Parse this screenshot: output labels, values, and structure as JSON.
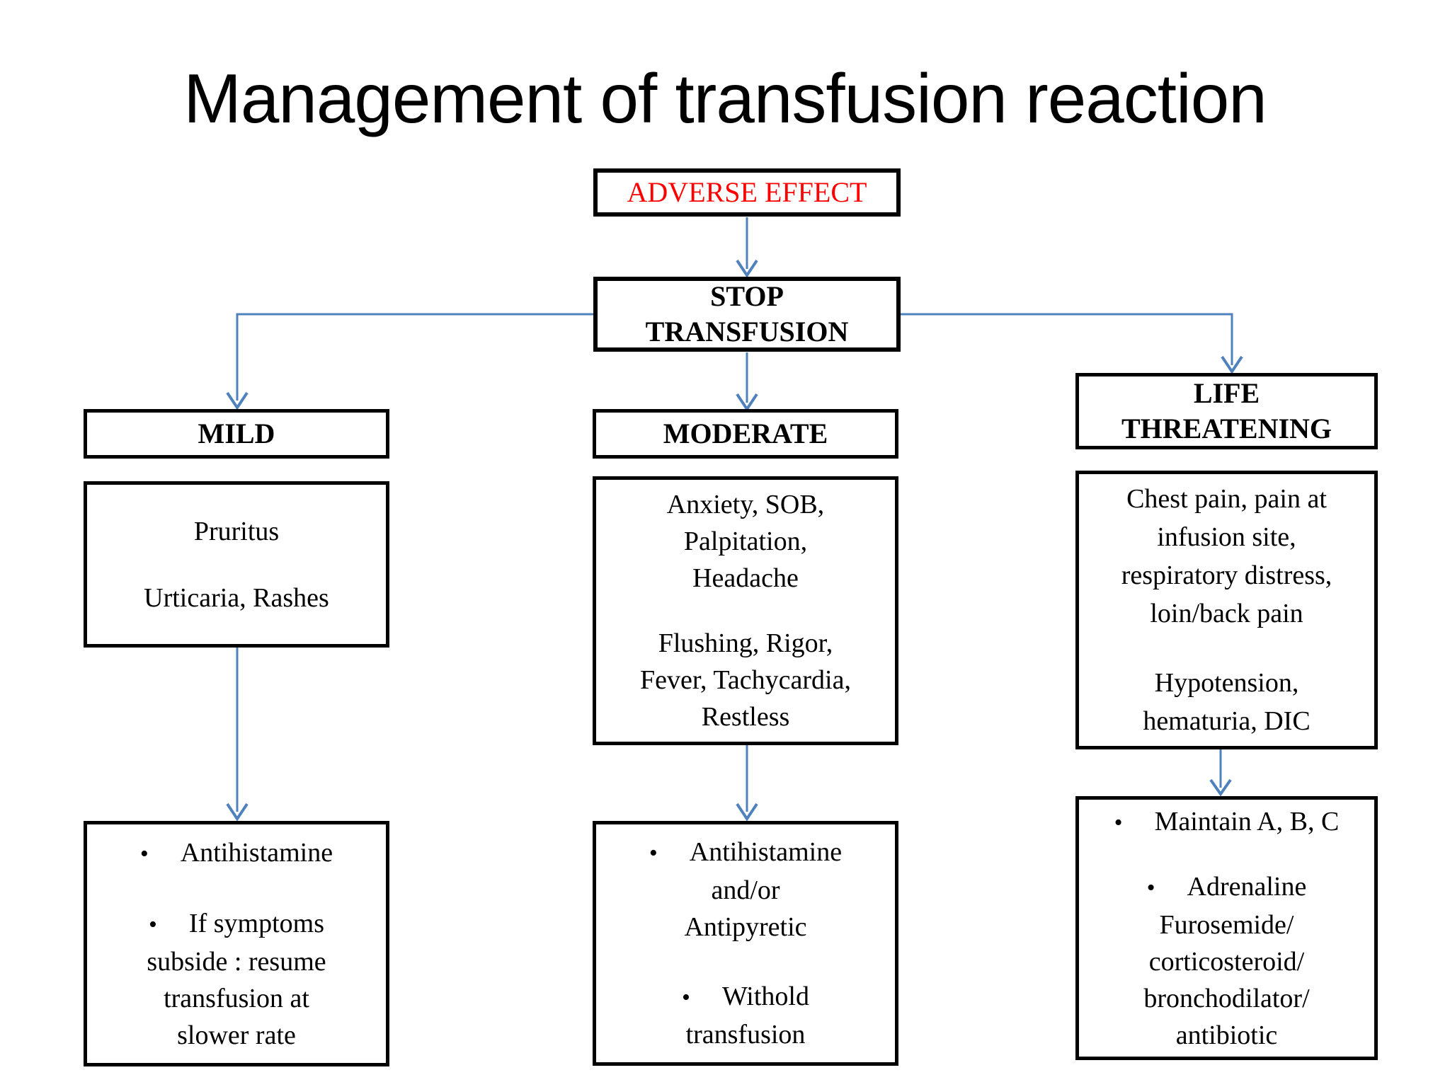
{
  "title": "Management of transfusion reaction",
  "bullet_char": "•",
  "colors": {
    "arrow_blue": "#4F81BD",
    "adverse_red": "#FF0000",
    "box_border": "#000000",
    "background": "#FFFFFF"
  },
  "nodes": {
    "adverse": "ADVERSE EFFECT",
    "stop": [
      "STOP",
      "TRANSFUSION"
    ]
  },
  "columns": [
    {
      "id": "mild",
      "header_lines": [
        "MILD"
      ],
      "symptom_groups": [
        [
          "Pruritus"
        ],
        [
          "Urticaria, Rashes"
        ]
      ],
      "treatment_items": [
        {
          "lines": [
            "Antihistamine"
          ]
        },
        {
          "lines": [
            "If symptoms",
            "subside : resume",
            "transfusion at",
            "slower rate"
          ]
        }
      ]
    },
    {
      "id": "moderate",
      "header_lines": [
        "MODERATE"
      ],
      "symptom_groups": [
        [
          "Anxiety, SOB,",
          "Palpitation,",
          "Headache"
        ],
        [
          "Flushing, Rigor,",
          "Fever, Tachycardia,",
          "Restless"
        ]
      ],
      "treatment_items": [
        {
          "lines": [
            "Antihistamine",
            "and/or",
            "Antipyretic"
          ]
        },
        {
          "lines": [
            "Withold",
            "transfusion"
          ]
        }
      ]
    },
    {
      "id": "life",
      "header_lines": [
        "LIFE",
        "THREATENING"
      ],
      "symptom_groups": [
        [
          "Chest pain, pain at",
          "infusion site,",
          "respiratory distress,",
          "loin/back pain"
        ],
        [
          "Hypotension,",
          "hematuria, DIC"
        ]
      ],
      "treatment_items": [
        {
          "lines": [
            "Maintain A, B, C"
          ]
        },
        {
          "lines": [
            "Adrenaline",
            "Furosemide/",
            "corticosteroid/",
            "bronchodilator/",
            "antibiotic"
          ]
        }
      ]
    }
  ]
}
